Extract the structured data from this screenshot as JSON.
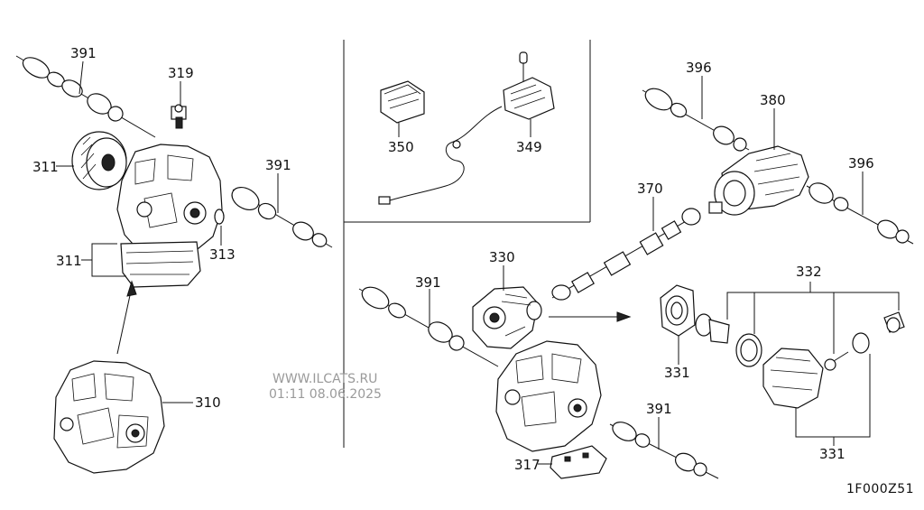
{
  "diagram": {
    "code": "1F000Z51",
    "watermark": {
      "line1": "WWW.ILCATS.RU",
      "line2": "01:11 08.06.2025"
    },
    "callouts": [
      {
        "id": "callout-391-a",
        "text": "391"
      },
      {
        "id": "callout-319",
        "text": "319"
      },
      {
        "id": "callout-311-a",
        "text": "311"
      },
      {
        "id": "callout-391-b",
        "text": "391"
      },
      {
        "id": "callout-313",
        "text": "313"
      },
      {
        "id": "callout-311-b",
        "text": "311"
      },
      {
        "id": "callout-310",
        "text": "310"
      },
      {
        "id": "callout-350",
        "text": "350"
      },
      {
        "id": "callout-349",
        "text": "349"
      },
      {
        "id": "callout-396-a",
        "text": "396"
      },
      {
        "id": "callout-380",
        "text": "380"
      },
      {
        "id": "callout-396-b",
        "text": "396"
      },
      {
        "id": "callout-370",
        "text": "370"
      },
      {
        "id": "callout-330",
        "text": "330"
      },
      {
        "id": "callout-391-c",
        "text": "391"
      },
      {
        "id": "callout-332",
        "text": "332"
      },
      {
        "id": "callout-331-a",
        "text": "331"
      },
      {
        "id": "callout-391-d",
        "text": "391"
      },
      {
        "id": "callout-317",
        "text": "317"
      },
      {
        "id": "callout-331-b",
        "text": "331"
      }
    ]
  }
}
